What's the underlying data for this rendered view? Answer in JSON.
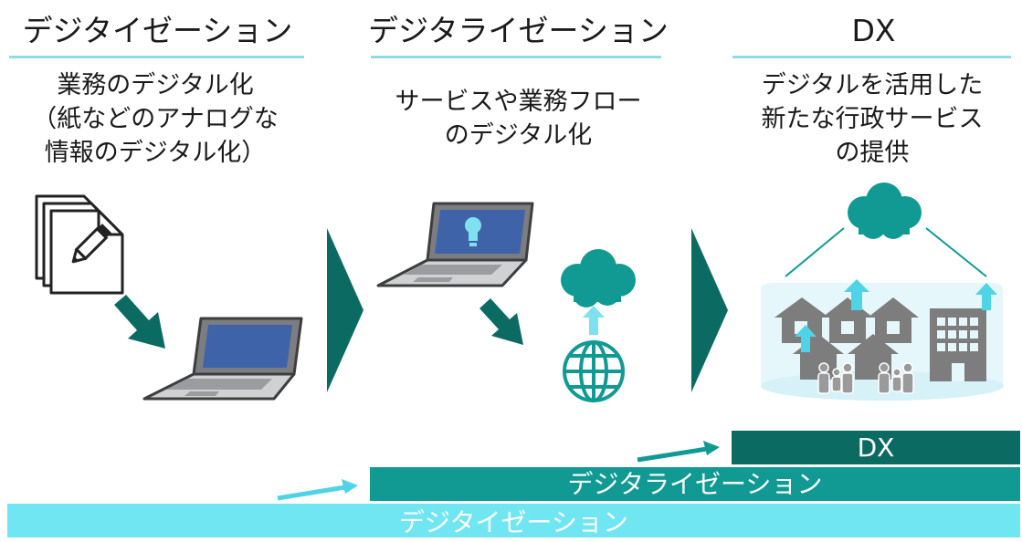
{
  "columns": [
    {
      "title": "デジタイゼーション",
      "desc": [
        "業務のデジタル化",
        "（紙などのアナログな",
        "情報のデジタル化）"
      ]
    },
    {
      "title": "デジタライゼーション",
      "desc": [
        "サービスや業務フロー",
        "のデジタル化"
      ]
    },
    {
      "title": "DX",
      "desc": [
        "デジタルを活用した",
        "新たな行政サービス",
        "の提供"
      ]
    }
  ],
  "bars": {
    "dx": "DX",
    "digitalization": "デジタライゼーション",
    "digitization": "デジタイゼーション"
  },
  "icons": [
    "documents-pencil-icon",
    "arrow-down-right-icon",
    "laptop-icon",
    "chevron-right-icon",
    "laptop-lightbulb-icon",
    "cloud-icon",
    "globe-icon",
    "arrow-up-icon",
    "house-icon",
    "building-icon",
    "family-icon"
  ],
  "colors": {
    "dark_teal": "#0b6b63",
    "teal": "#119a94",
    "light_cyan": "#6fe6f2",
    "arrow_cyan": "#4fd3e6",
    "rule": "#8fdce8"
  }
}
